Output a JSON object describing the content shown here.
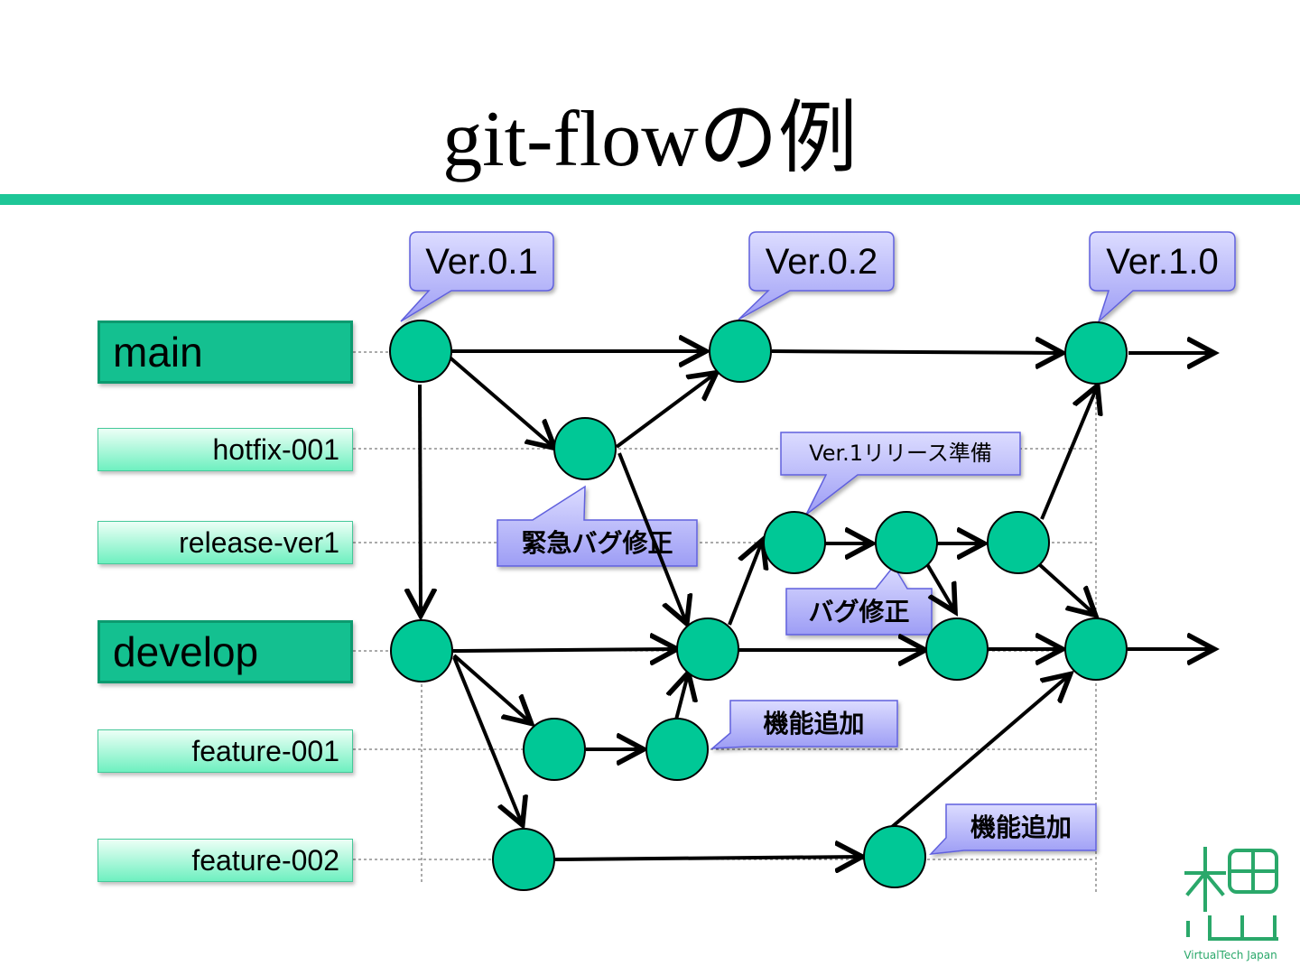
{
  "title": "git-flowの例",
  "branches": {
    "main": "main",
    "hotfix": "hotfix-001",
    "release": "release-ver1",
    "develop": "develop",
    "feature1": "feature-001",
    "feature2": "feature-002"
  },
  "callouts": {
    "v01": "Ver.0.1",
    "v02": "Ver.0.2",
    "v10": "Ver.1.0",
    "release_prep": "Ver.1リリース準備",
    "hotfix_note": "緊急バグ修正",
    "bugfix_note": "バグ修正",
    "feature1_note": "機能追加",
    "feature2_note": "機能追加"
  },
  "logo": {
    "caption": "VirtualTech Japan",
    "color": "#2aa86a"
  },
  "colors": {
    "accent": "#1ec697",
    "node": "#00c896",
    "callout": "#b9b9ff"
  }
}
